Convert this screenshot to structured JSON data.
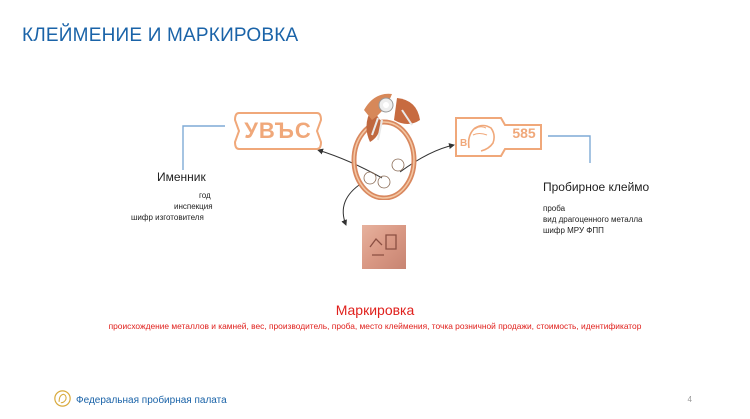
{
  "slide": {
    "title": "КЛЕЙМЕНИЕ И МАРКИРОВКА",
    "page_number": "4"
  },
  "imennik": {
    "stamp_text": "УВЪС",
    "heading": "Именник",
    "details": [
      "год",
      "инспекция",
      "шифр изготовителя"
    ]
  },
  "probirnoe": {
    "stamp_number": "585",
    "stamp_letter": "В",
    "heading": "Пробирное клеймо",
    "details": [
      "проба",
      "вид драгоценного металла",
      "шифр МРУ ФПП"
    ]
  },
  "marking": {
    "heading": "Маркировка",
    "description": "происхождение металлов и камней, вес, производитель, проба, место клеймения, точка розничной продажи, стоимость, идентификатор"
  },
  "footer": {
    "organization": "Федеральная пробирная палата",
    "logo_icon": "assay-chamber-logo-icon"
  },
  "colors": {
    "title_blue": "#1a63a8",
    "stamp_orange": "#f0a87a",
    "marking_red": "#e0211d",
    "line_blue": "#7faad6"
  }
}
